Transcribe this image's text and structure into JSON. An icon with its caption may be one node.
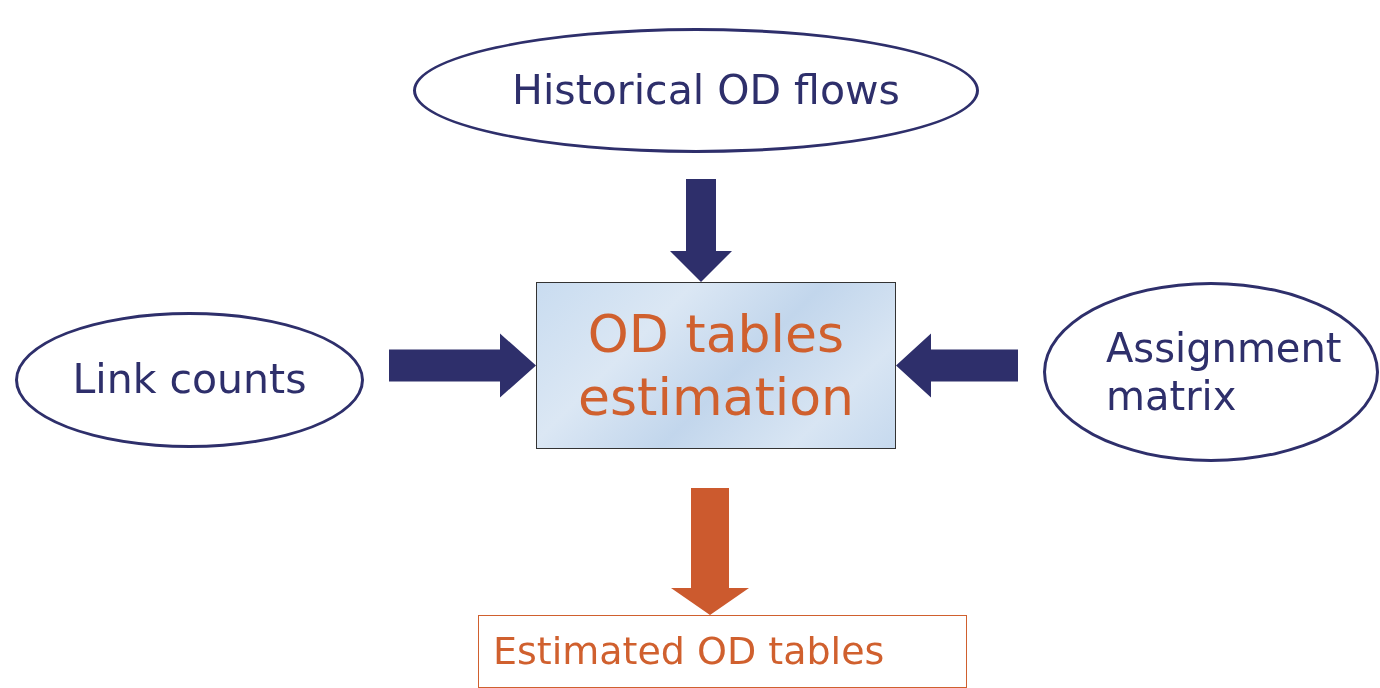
{
  "diagram": {
    "nodes": [
      {
        "text": [
          "Historical OD flows"
        ]
      },
      {
        "text": [
          "Link counts"
        ]
      },
      {
        "text": [
          "OD tables estimation"
        ]
      },
      {
        "text": [
          "Assignment matrix"
        ]
      },
      {
        "text": [
          "Estimated OD tables"
        ]
      }
    ],
    "edges": [
      {
        "from": 0,
        "to": 2,
        "arrow": "to"
      },
      {
        "from": 1,
        "to": 2,
        "arrow": "to"
      },
      {
        "from": 3,
        "to": 2,
        "arrow": "to"
      },
      {
        "from": 2,
        "to": 4,
        "arrow": "to",
        "color": "#cc5a2e"
      }
    ]
  }
}
